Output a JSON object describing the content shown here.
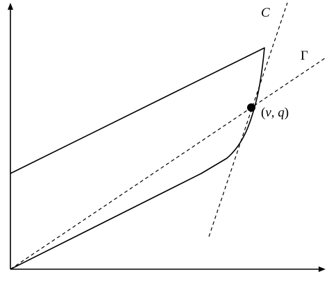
{
  "labels": {
    "line_c": "C",
    "line_gamma": "Γ",
    "point_prefix": "(",
    "point_v": "v",
    "point_sep": ", ",
    "point_q": "q",
    "point_suffix": ")"
  },
  "colors": {
    "stroke": "#000000",
    "background": "#ffffff"
  }
}
